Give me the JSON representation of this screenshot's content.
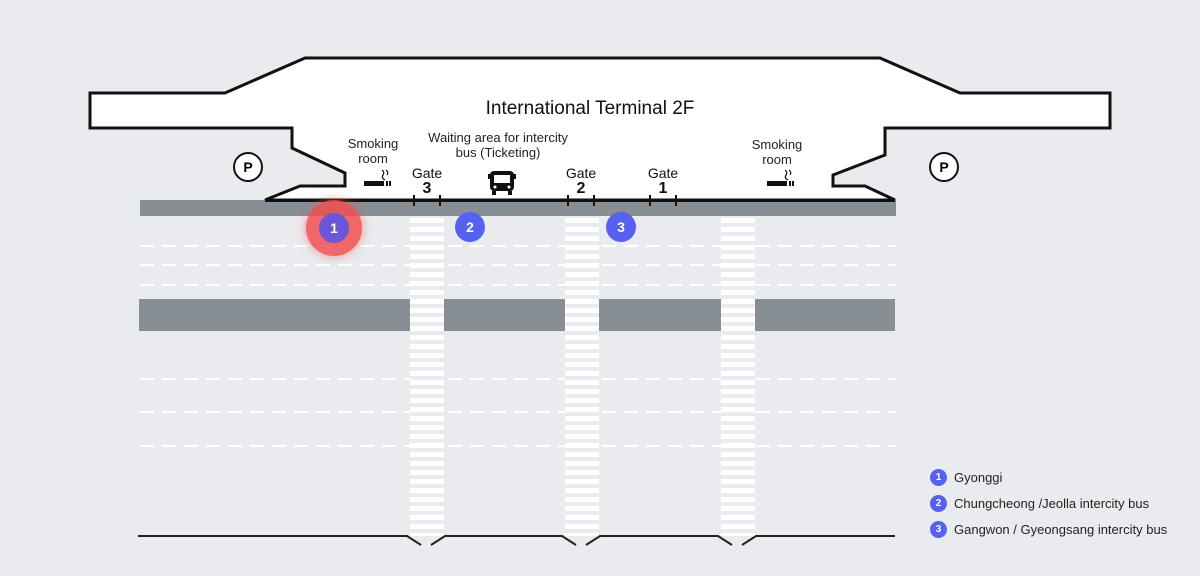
{
  "title": "International Terminal 2F",
  "parking_label": "P",
  "smoking_left": "Smoking room",
  "smoking_right": "Smoking room",
  "waiting_area": "Waiting area for intercity bus (Ticketing)",
  "gates": [
    {
      "label": "Gate",
      "number": "3"
    },
    {
      "label": "Gate",
      "number": "2"
    },
    {
      "label": "Gate",
      "number": "1"
    }
  ],
  "markers": [
    "1",
    "2",
    "3"
  ],
  "legend": [
    {
      "num": "1",
      "text": "Gyonggi"
    },
    {
      "num": "2",
      "text": "Chungcheong /Jeolla intercity bus"
    },
    {
      "num": "3",
      "text": "Gangwon / Gyeongsang intercity bus"
    }
  ],
  "colors": {
    "marker": "#5661f0",
    "highlight": "#f05050",
    "road": "#878f95",
    "background": "#e9ebee"
  }
}
